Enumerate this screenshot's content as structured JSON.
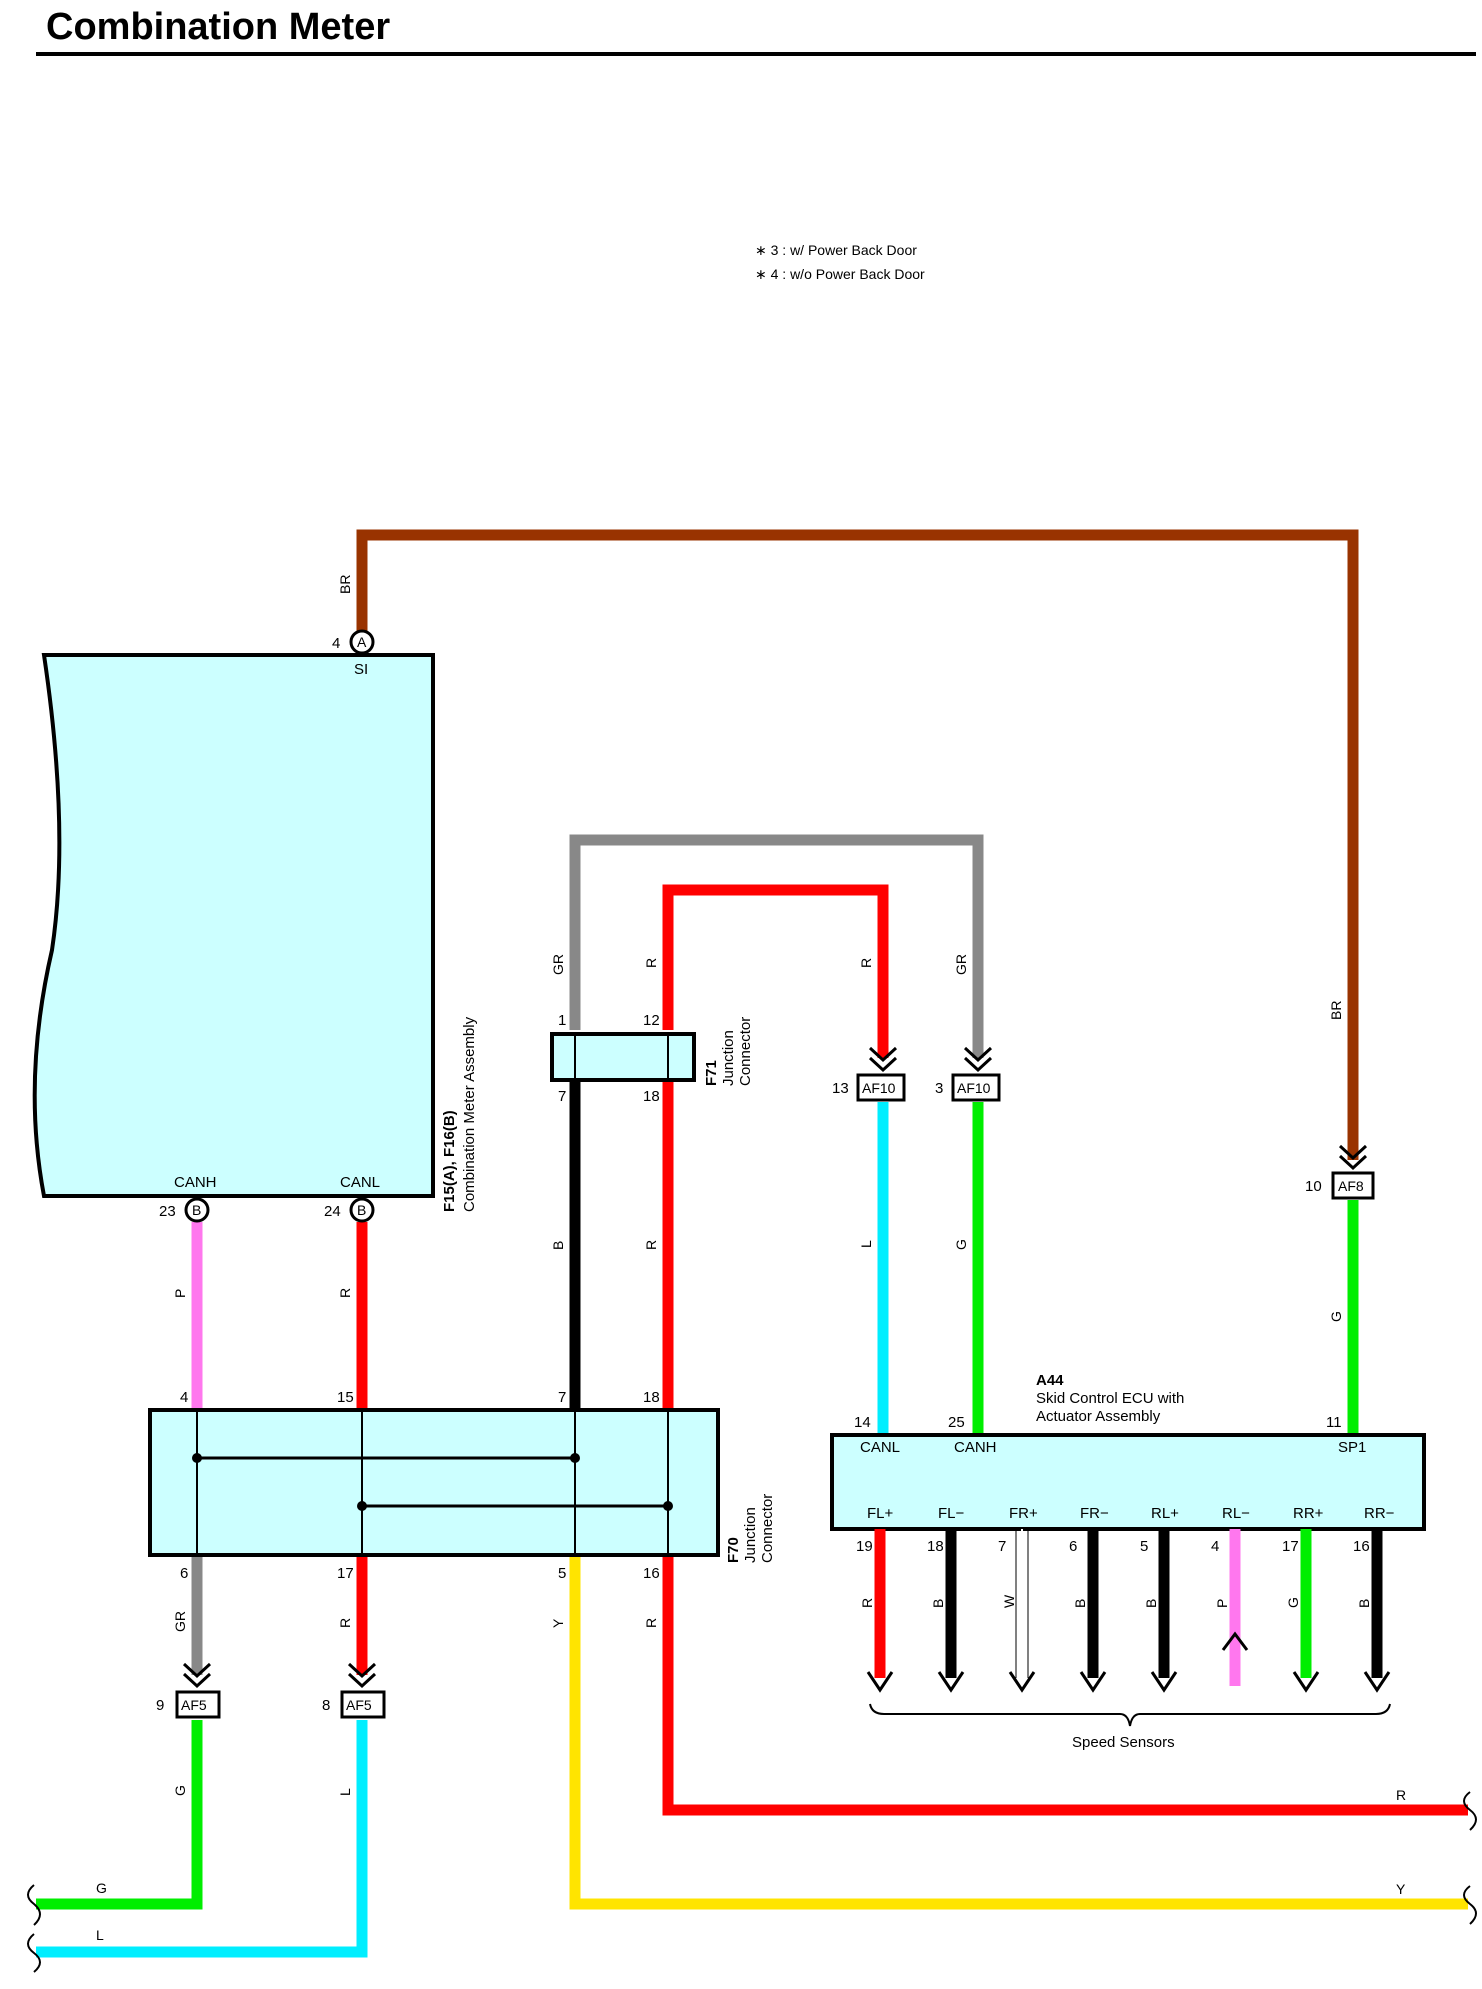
{
  "title": "Combination Meter",
  "notes": [
    "∗ 3 : w/ Power Back Door",
    "∗ 4 : w/o Power Back Door"
  ],
  "colors": {
    "BR": "#993300",
    "GR": "#888888",
    "R": "#ff0000",
    "B": "#000000",
    "P": "#ff77ee",
    "L": "#00eeff",
    "G": "#00ee00",
    "Y": "#ffe400",
    "W": "#ffffff",
    "box_fill": "#ccffff"
  },
  "combination_meter": {
    "name_line1": "F15(A), F16(B)",
    "name_line2": "Combination Meter Assembly",
    "pin_si": {
      "num": "4",
      "conn": "A",
      "label": "SI"
    },
    "pin_canh": {
      "num": "23",
      "conn": "B",
      "label": "CANH"
    },
    "pin_canl": {
      "num": "24",
      "conn": "B",
      "label": "CANL"
    }
  },
  "f71": {
    "id": "F71",
    "line1": "Junction",
    "line2": "Connector",
    "pins": {
      "top_left": "1",
      "top_right": "12",
      "bottom_left": "7",
      "bottom_right": "18"
    }
  },
  "f70": {
    "id": "F70",
    "line1": "Junction",
    "line2": "Connector",
    "pins_top": [
      "4",
      "15",
      "7",
      "18"
    ],
    "pins_bottom": [
      "6",
      "17",
      "5",
      "16"
    ]
  },
  "a44": {
    "id": "A44",
    "line1": "Skid Control ECU with",
    "line2": "Actuator Assembly",
    "pins_top": [
      {
        "num": "14",
        "label": "CANL"
      },
      {
        "num": "25",
        "label": "CANH"
      },
      {
        "num": "11",
        "label": "SP1"
      }
    ],
    "sensor_pins": [
      {
        "label": "FL+",
        "num": "19",
        "wire": "R"
      },
      {
        "label": "FL−",
        "num": "18",
        "wire": "B"
      },
      {
        "label": "FR+",
        "num": "7",
        "wire": "W"
      },
      {
        "label": "FR−",
        "num": "6",
        "wire": "B"
      },
      {
        "label": "RL+",
        "num": "5",
        "wire": "B"
      },
      {
        "label": "RL−",
        "num": "4",
        "wire": "P"
      },
      {
        "label": "RR+",
        "num": "17",
        "wire": "G"
      },
      {
        "label": "RR−",
        "num": "16",
        "wire": "B"
      }
    ],
    "sensors_label": "Speed Sensors"
  },
  "connectors": {
    "af10_l": {
      "pin": "13",
      "name": "AF10"
    },
    "af10_g": {
      "pin": "3",
      "name": "AF10"
    },
    "af8": {
      "pin": "10",
      "name": "AF8"
    },
    "af5_g": {
      "pin": "9",
      "name": "AF5"
    },
    "af5_l": {
      "pin": "8",
      "name": "AF5"
    }
  },
  "wire_labels": {
    "br_top": "BR",
    "br_right": "BR",
    "gr_left": "GR",
    "r_left": "R",
    "r_right": "R",
    "gr_right": "GR",
    "b_mid": "B",
    "r_mid": "R",
    "l_af10": "L",
    "g_af10": "G",
    "g_af8": "G",
    "p_canh": "P",
    "r_canl": "R",
    "gr_f70": "GR",
    "r_f70": "R",
    "y_f70": "Y",
    "r_f70_16": "R",
    "g_af5": "G",
    "l_af5": "L",
    "g_bottom": "G",
    "l_bottom": "L",
    "r_end": "R",
    "y_end": "Y"
  }
}
